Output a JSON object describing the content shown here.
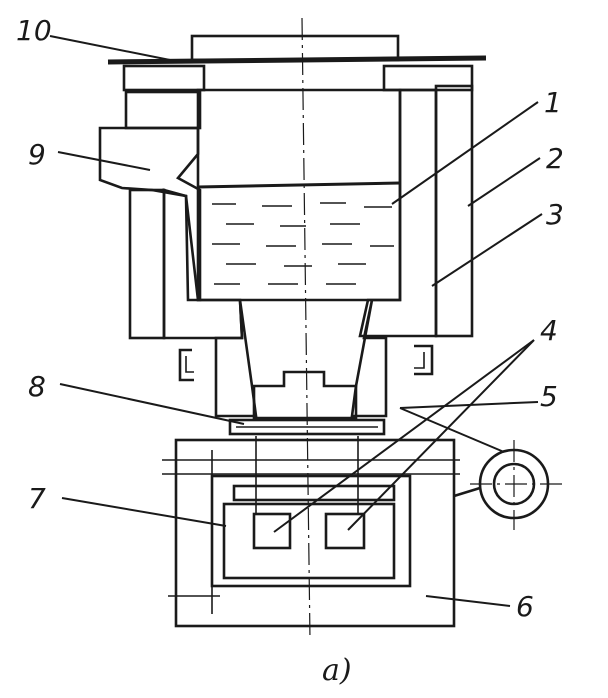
{
  "labels": {
    "l1": "1",
    "l2": "2",
    "l3": "3",
    "l4": "4",
    "l5": "5",
    "l6": "6",
    "l7": "7",
    "l8": "8",
    "l9": "9",
    "l10": "10"
  },
  "caption": "a)",
  "colors": {
    "ink": "#1a1a1a",
    "paper": "#ffffff"
  }
}
